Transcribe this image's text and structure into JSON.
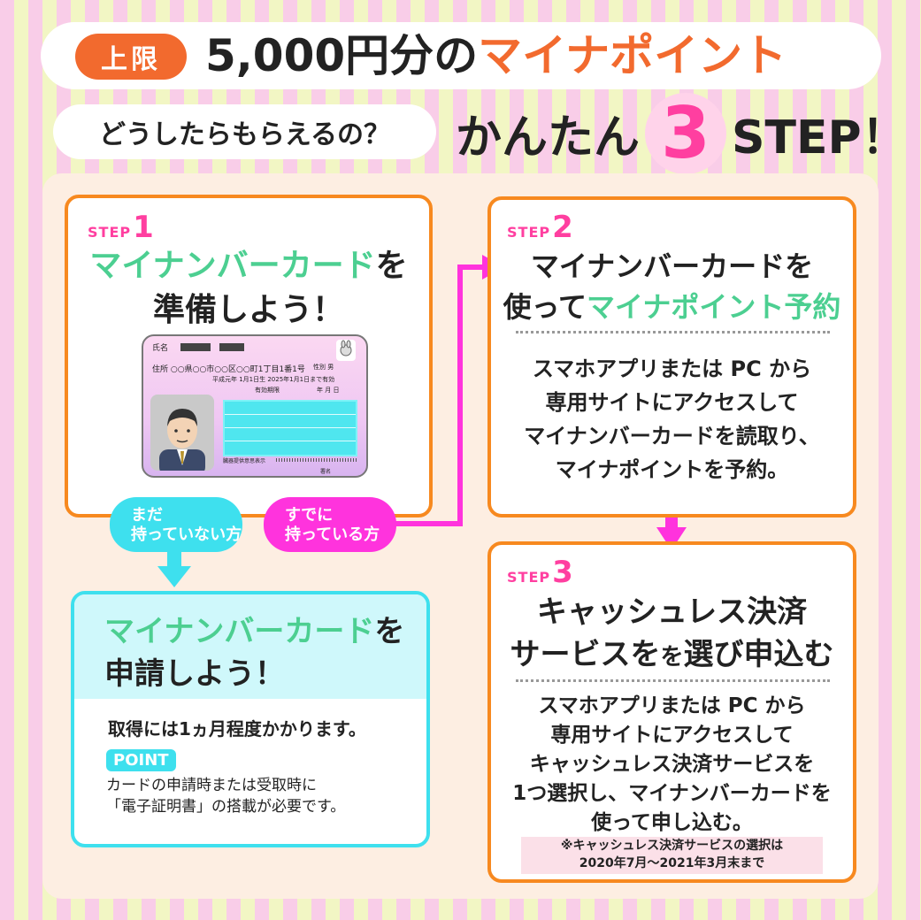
{
  "header": {
    "limit_badge": "上限",
    "amount": "5,000円分の",
    "point_name": "マイナポイント"
  },
  "subheader": {
    "question": "どうしたらもらえるの？",
    "easy_prefix": "かんたん",
    "easy_number": "3",
    "easy_suffix": "STEP！"
  },
  "step1": {
    "label": "STEP",
    "number": "1",
    "title_green": "マイナンバーカード",
    "title_particle": "を",
    "title_line2": "準備しよう！",
    "card": {
      "name_label": "氏名",
      "address_label": "住所",
      "address_text": "○○県○○市○○区○○町1丁目1番1号",
      "birth_text": "平成元年 1月1日生 2025年1月1日まで有効",
      "sex_label": "性別 男",
      "expiry_label": "有効期限",
      "date_label": "年 月 日",
      "bottom_text": "臓器提供意思表示",
      "sign_label": "署名"
    }
  },
  "branch": {
    "not_yet": [
      "まだ",
      "持っていない方"
    ],
    "already": [
      "すでに",
      "持っている方"
    ]
  },
  "apply": {
    "title_green": "マイナンバーカード",
    "title_particle": "を",
    "title_line2": "申請しよう！",
    "duration": "取得には1ヵ月程度かかります。",
    "point_badge": "POINT",
    "point_lines": [
      "カードの申請時または受取時に",
      "「電子証明書」の搭載が必要です。"
    ]
  },
  "step2": {
    "label": "STEP",
    "number": "2",
    "title_line1": "マイナンバーカードを",
    "title_line2_prefix": "使って",
    "title_line2_green": "マイナポイント予約",
    "desc_lines": [
      "スマホアプリまたは PC から",
      "専用サイトにアクセスして",
      "マイナンバーカードを読取り、",
      "マイナポイントを予約。"
    ]
  },
  "step3": {
    "label": "STEP",
    "number": "3",
    "title_line1": "キャッシュレス決済",
    "title_line2_a": "サービスを",
    "title_line2_b": "選び申込む",
    "desc_lines": [
      "スマホアプリまたは PC から",
      "専用サイトにアクセスして",
      "キャッシュレス決済サービスを",
      "1つ選択し、マイナンバーカードを",
      "使って申し込む。"
    ],
    "note_lines": [
      "※キャッシュレス決済サービスの選択は",
      "2020年7月～2021年3月末まで"
    ]
  },
  "colors": {
    "orange": "#f26a2e",
    "box_border": "#f7891f",
    "green": "#4ccf91",
    "pink": "#ff3fa0",
    "magenta": "#ff33dd",
    "cyan": "#3ee0ee"
  }
}
